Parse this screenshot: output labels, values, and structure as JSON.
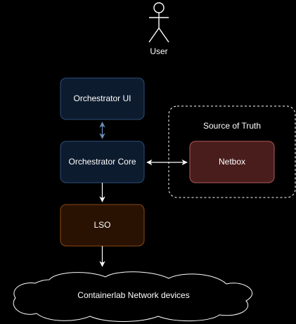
{
  "diagram": {
    "actor": {
      "label": "User",
      "icon": "user-actor-icon"
    },
    "nodes": {
      "orchestrator_ui": {
        "label": "Orchestrator UI",
        "fill": "#0d1b2e",
        "stroke": "#2c4d7a"
      },
      "orchestrator_core": {
        "label": "Orchestrator Core",
        "fill": "#0d1b2e",
        "stroke": "#2c4d7a"
      },
      "netbox": {
        "label": "Netbox",
        "fill": "#4a1d1d",
        "stroke": "#b05a5a"
      },
      "lso": {
        "label": "LSO",
        "fill": "#2a1203",
        "stroke": "#8a4a17"
      },
      "containerlab": {
        "label": "Containerlab Network devices",
        "fill": "#000000",
        "stroke": "#ffffff"
      }
    },
    "groups": {
      "source_of_truth": {
        "label": "Source of Truth",
        "stroke": "#ffffff",
        "style": "dashed"
      }
    },
    "edges": [
      {
        "from": "orchestrator_ui",
        "to": "orchestrator_core",
        "direction": "both",
        "color": "#6c8ebf"
      },
      {
        "from": "orchestrator_core",
        "to": "netbox",
        "direction": "both",
        "color": "#ffffff"
      },
      {
        "from": "orchestrator_core",
        "to": "lso",
        "direction": "forward",
        "color": "#ffffff"
      },
      {
        "from": "lso",
        "to": "containerlab",
        "direction": "forward",
        "color": "#ffffff"
      }
    ]
  }
}
